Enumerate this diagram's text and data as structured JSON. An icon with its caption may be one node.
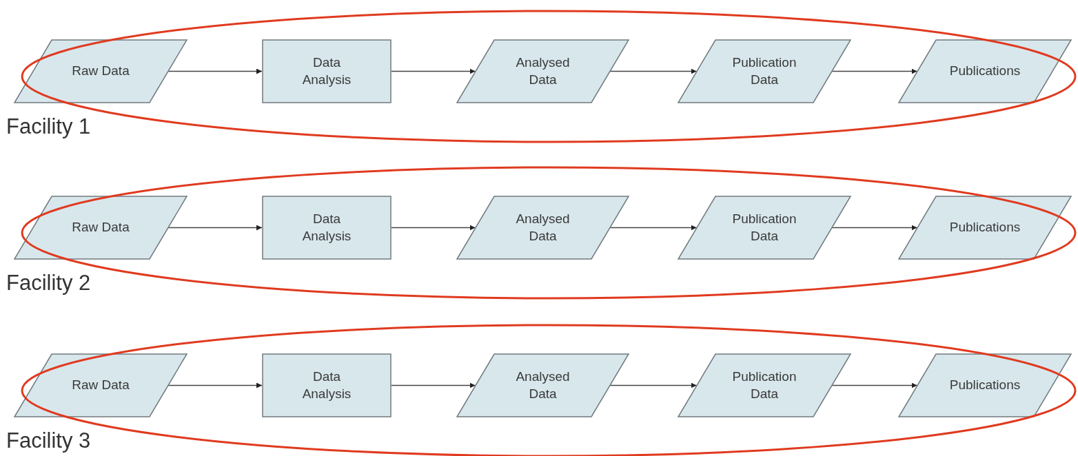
{
  "diagram": {
    "nodes": [
      {
        "text": [
          "Raw Data"
        ]
      },
      {
        "text": [
          "Data Analysis"
        ]
      },
      {
        "text": [
          "Analysed Data"
        ]
      },
      {
        "text": [
          "Publication Data"
        ]
      },
      {
        "text": [
          "Publications"
        ]
      },
      {
        "text": [
          "Raw Data"
        ]
      },
      {
        "text": [
          "Data Analysis"
        ]
      },
      {
        "text": [
          "Analysed Data"
        ]
      },
      {
        "text": [
          "Publication Data"
        ]
      },
      {
        "text": [
          "Publications"
        ]
      },
      {
        "text": [
          "Raw Data"
        ]
      },
      {
        "text": [
          "Data Analysis"
        ]
      },
      {
        "text": [
          "Analysed Data"
        ]
      },
      {
        "text": [
          "Publication Data"
        ]
      },
      {
        "text": [
          "Publications"
        ]
      }
    ],
    "edges": [
      {
        "from": 0,
        "to": 1,
        "arrow": "to"
      },
      {
        "from": 1,
        "to": 2,
        "arrow": "to"
      },
      {
        "from": 2,
        "to": 3,
        "arrow": "to"
      },
      {
        "from": 3,
        "to": 4,
        "arrow": "to"
      },
      {
        "from": 5,
        "to": 6,
        "arrow": "to"
      },
      {
        "from": 6,
        "to": 7,
        "arrow": "to"
      },
      {
        "from": 7,
        "to": 8,
        "arrow": "to"
      },
      {
        "from": 8,
        "to": 9,
        "arrow": "to"
      },
      {
        "from": 10,
        "to": 11,
        "arrow": "to"
      },
      {
        "from": 11,
        "to": 12,
        "arrow": "to"
      },
      {
        "from": 12,
        "to": 13,
        "arrow": "to"
      },
      {
        "from": 13,
        "to": 14,
        "arrow": "to"
      }
    ],
    "labels": [
      "Facility 1",
      "Facility 2",
      "Facility 3"
    ]
  }
}
